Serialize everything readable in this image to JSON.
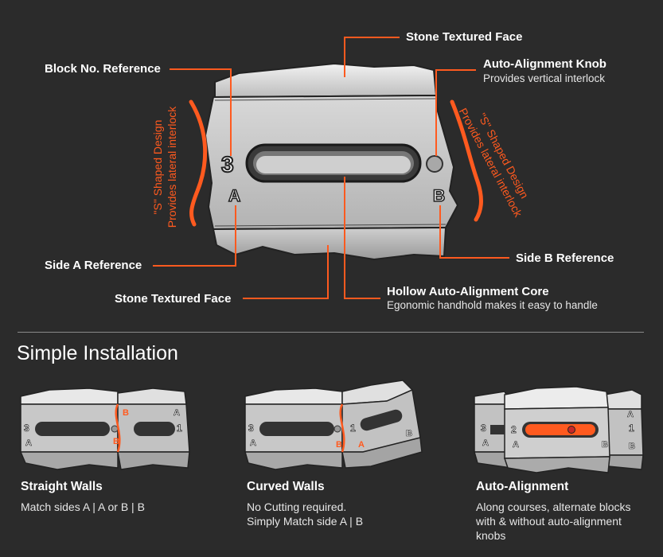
{
  "callouts": {
    "stone_top": "Stone Textured Face",
    "block_no": "Block No. Reference",
    "knob_title": "Auto-Alignment Knob",
    "knob_sub": "Provides vertical interlock",
    "s_left_title": "\"S\" Shaped Design",
    "s_left_sub": "Provides lateral interlock",
    "s_right_title": "\"S\" Shaped Design",
    "s_right_sub": "Provides lateral interlock",
    "side_a": "Side A Reference",
    "side_b": "Side B Reference",
    "stone_bottom": "Stone Textured Face",
    "core_title": "Hollow Auto-Alignment Core",
    "core_sub": "Egonomic handhold makes it easy to handle"
  },
  "block": {
    "number": "3",
    "side_a": "A",
    "side_b": "B"
  },
  "section_title": "Simple Installation",
  "columns": [
    {
      "title": "Straight Walls",
      "text": "Match sides A | A or B | B",
      "blocks": [
        "3",
        "A",
        "B",
        "1",
        "A",
        "B"
      ]
    },
    {
      "title": "Curved Walls",
      "text": "No Cutting required. Simply Match side A | B",
      "blocks": [
        "3",
        "A",
        "B",
        "1",
        "A",
        "B"
      ]
    },
    {
      "title": "Auto-Alignment",
      "text": "Along courses, alternate blocks with & without auto-alignment knobs",
      "blocks": [
        "3",
        "A",
        "2",
        "A",
        "B",
        "1",
        "A",
        "B"
      ]
    }
  ],
  "colors": {
    "accent": "#ff5a1f",
    "background": "#2b2b2b",
    "stone": "#c9c9c9"
  }
}
